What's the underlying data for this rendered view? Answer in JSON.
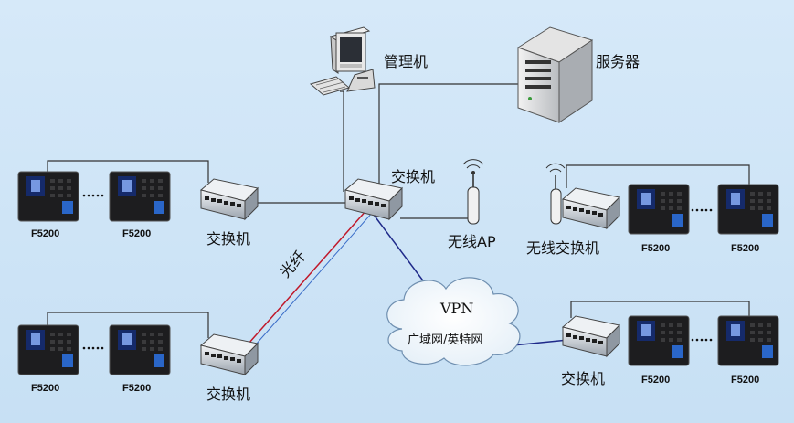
{
  "labels": {
    "manager": "管理机",
    "server": "服务器",
    "core_switch": "交换机",
    "wireless_ap": "无线AP",
    "wireless_switch": "无线交换机",
    "switch_top_left": "交换机",
    "switch_bottom_left": "交换机",
    "switch_bottom_right": "交换机",
    "fiber": "光纤",
    "vpn": "VPN",
    "wan": "广域网/英特网"
  },
  "devices": {
    "top_left_1": "F5200",
    "top_left_2": "F5200",
    "bottom_left_1": "F5200",
    "bottom_left_2": "F5200",
    "right_1": "F5200",
    "right_2": "F5200",
    "bottom_right_1": "F5200",
    "bottom_right_2": "F5200"
  },
  "colors": {
    "background": "#cfe5f7",
    "fiber_link": "#c0182a",
    "vpn_link": "#1f2a8a",
    "ethernet_link": "#333333"
  }
}
